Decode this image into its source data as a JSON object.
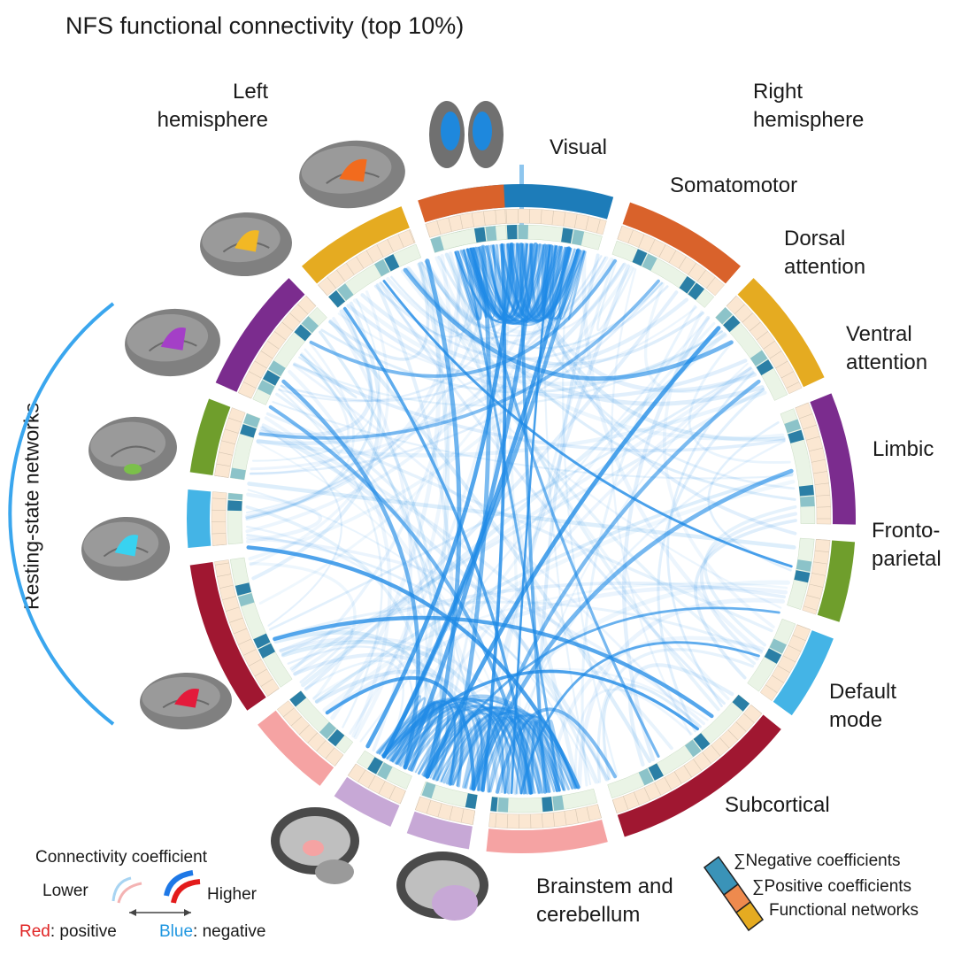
{
  "title": "NFS functional connectivity (top 10%)",
  "hemispheres": {
    "left": [
      "Left",
      "hemisphere"
    ],
    "right": [
      "Right",
      "hemisphere"
    ]
  },
  "side_label": "Resting-state networks",
  "networks": [
    {
      "key": "visual",
      "lines": [
        "Visual"
      ],
      "color": "#1d7cb9"
    },
    {
      "key": "somatomotor",
      "lines": [
        "Somatomotor"
      ],
      "color": "#d9622b"
    },
    {
      "key": "dorsal-attention",
      "lines": [
        "Dorsal",
        "attention"
      ],
      "color": "#e5ab21"
    },
    {
      "key": "ventral-attention",
      "lines": [
        "Ventral",
        "attention"
      ],
      "color": "#7b2c8e"
    },
    {
      "key": "limbic",
      "lines": [
        "Limbic"
      ],
      "color": "#6f9e2c"
    },
    {
      "key": "frontoparietal",
      "lines": [
        "Fronto-",
        "parietal"
      ],
      "color": "#44b4e6"
    },
    {
      "key": "default-mode",
      "lines": [
        "Default",
        "mode"
      ],
      "color": "#a01731"
    },
    {
      "key": "subcortical",
      "lines": [
        "Subcortical"
      ],
      "color": "#f5a3a3"
    },
    {
      "key": "brainstem-cerebellum",
      "lines": [
        "Brainstem and",
        "cerebellum"
      ],
      "color": "#c7a8d6"
    }
  ],
  "legend": {
    "coefficient_title": "Connectivity coefficient",
    "lower": "Lower",
    "higher": "Higher",
    "red_word": "Red",
    "positive_rest": ": positive",
    "blue_word": "Blue",
    "negative_rest": ": negative",
    "ring_items": [
      "∑Negative coefficients",
      "∑Positive coefficients",
      "Functional networks"
    ]
  },
  "colors": {
    "connection": "#1e8ae6",
    "negative_track": "#3a93b8",
    "positive_track_bg": "#fbe7d2",
    "red_text": "#e02424",
    "blue_text": "#1e96e0",
    "ring_legend_outer": "#3a93b8",
    "ring_legend_middle": "#ee8a4e",
    "ring_legend_inner": "#e5ab21"
  }
}
